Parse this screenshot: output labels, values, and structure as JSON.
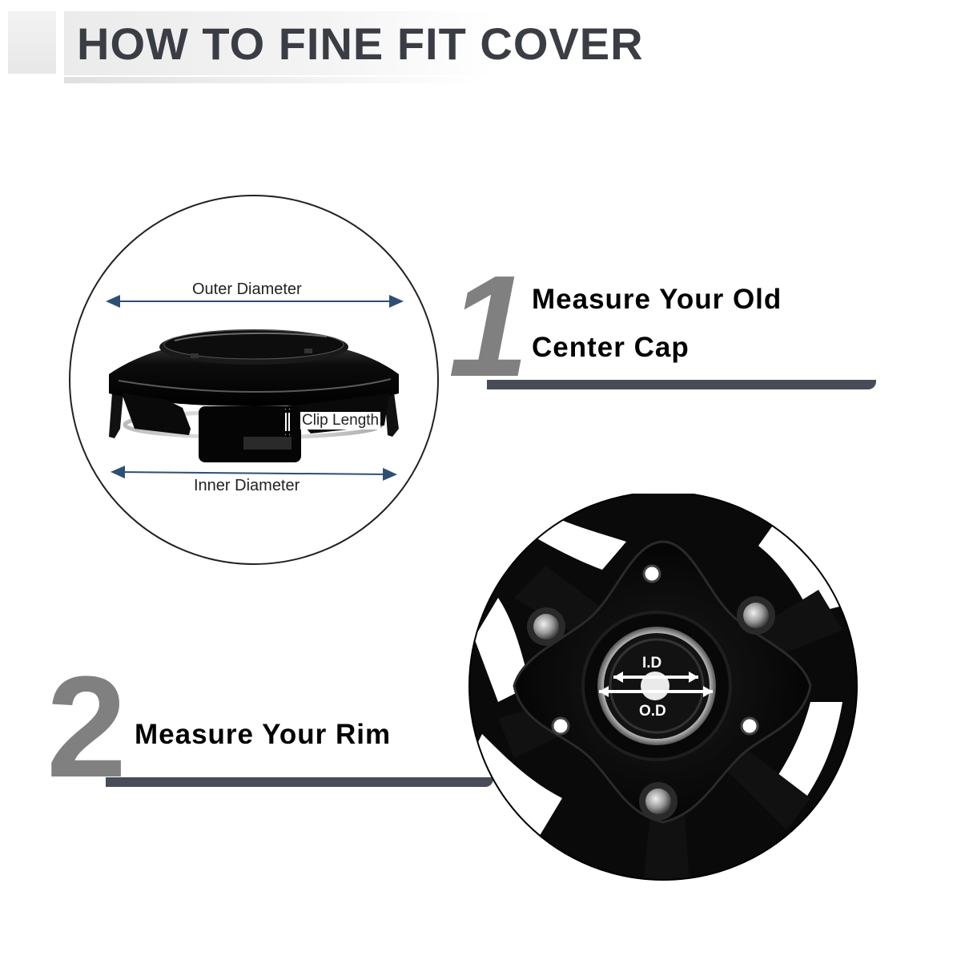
{
  "header": {
    "title": "HOW TO FINE FIT COVER"
  },
  "steps": [
    {
      "number": "1",
      "line1": "Measure Your Old",
      "line2": "Center Cap"
    },
    {
      "number": "2",
      "line1": "Measure Your Rim"
    }
  ],
  "cap_diagram": {
    "outer_label": "Outer Diameter",
    "inner_label": "Inner Diameter",
    "clip_label": "Clip Length"
  },
  "rim_diagram": {
    "id_label": "I.D",
    "od_label": "O.D"
  },
  "colors": {
    "title": "#3b3d45",
    "number": "#808080",
    "rule": "#474c58",
    "arrow": "#2d4f73"
  }
}
